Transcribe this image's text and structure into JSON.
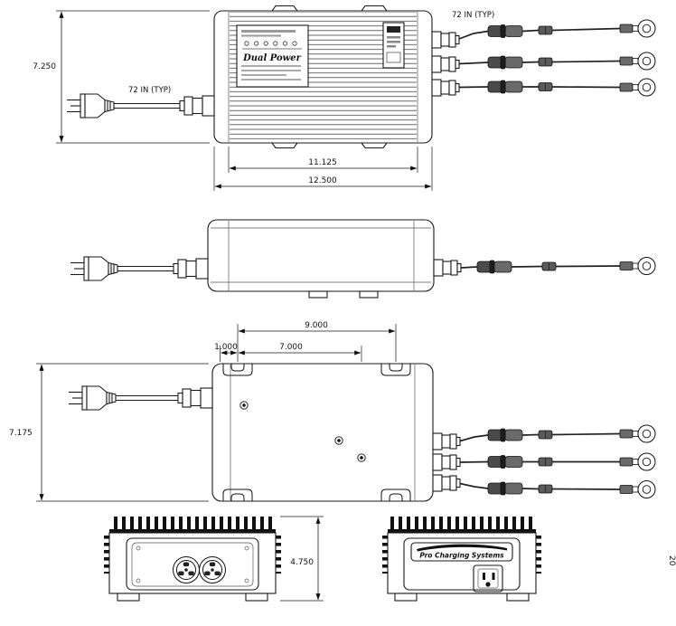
{
  "drawing": {
    "page_number": "20",
    "dims": {
      "top_height": "7.250",
      "cord_length": "72 IN (TYP)",
      "cable_length": "72 IN (TYP)",
      "body_width": "11.125",
      "overall_width": "12.500",
      "slot_span": "9.000",
      "screw_span": "7.000",
      "slot_offset": "1.000",
      "bottom_height": "7.175",
      "end_height": "4.750"
    },
    "labels": {
      "charger_brand": "Dual Power",
      "end_brand": "Pro Charging Systems"
    }
  }
}
